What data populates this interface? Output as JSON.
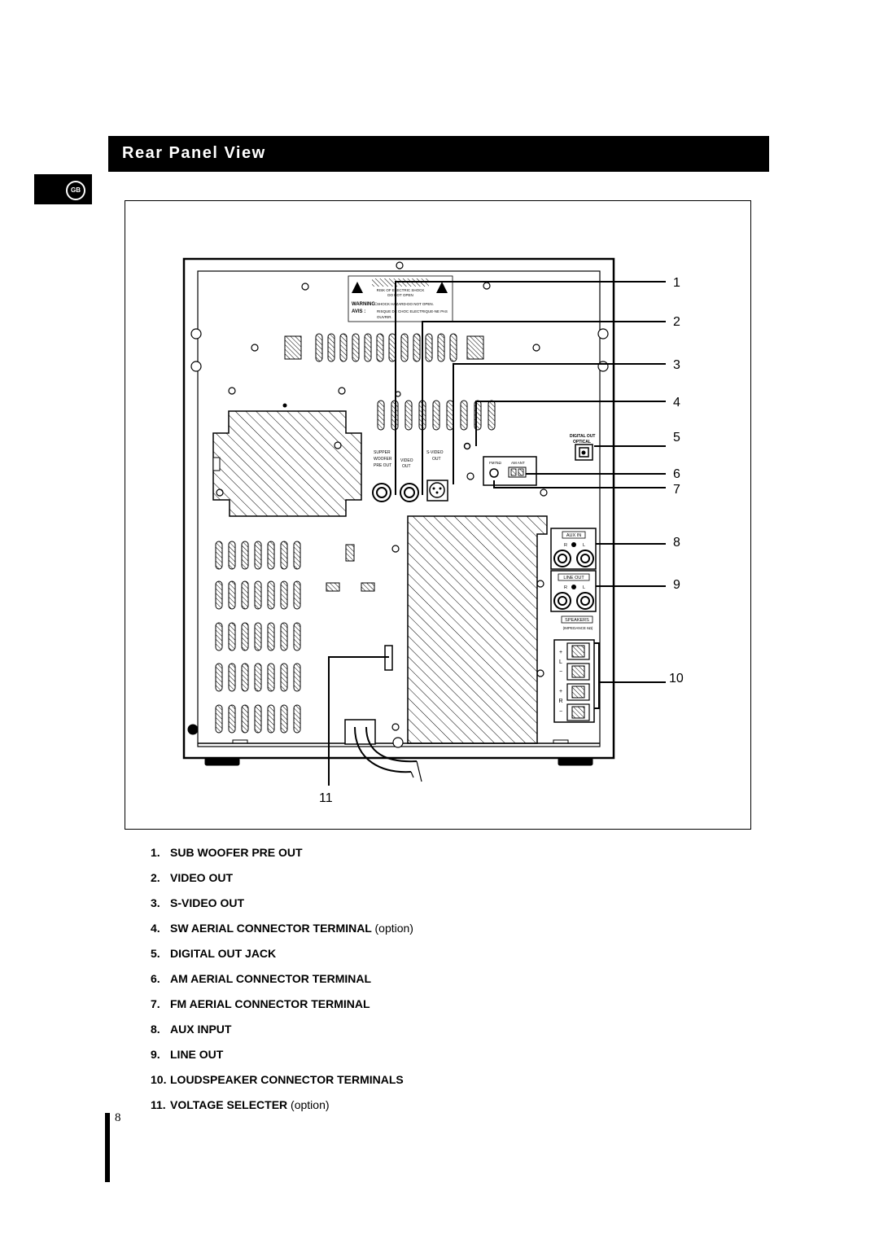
{
  "header": {
    "title": "Rear Panel View"
  },
  "language_badge": "GB",
  "diagram": {
    "callout_numbers": [
      "1",
      "2",
      "3",
      "4",
      "5",
      "6",
      "7",
      "8",
      "9",
      "10",
      "11"
    ],
    "panel_labels": {
      "warning_risk": "RISK OF ELECTRIC SHOCK",
      "warning_dont": "DO NOT OPEN",
      "warning_label": "WARNING:",
      "warning_text": "SHOCK HAZARD-DO NOT OPEN.",
      "avis_label": "AVIS :",
      "avis_text1": "RISQUE DE CHOC ELECTRIQUE-NE PAS",
      "avis_text2": "OUVRIR.",
      "super_woofer_1": "SUPPER",
      "super_woofer_2": "WOOFER",
      "super_woofer_3": "PRE OUT",
      "video_1": "VIDEO",
      "video_2": "OUT",
      "svideo_1": "S-VIDEO",
      "svideo_2": "OUT",
      "digital_out_1": "DIGITAL OUT",
      "digital_out_2": "OPTICAL",
      "fm_label": "FM75Ω",
      "am_label": "AM ANT",
      "aux_in": "AUX IN",
      "line_out": "LINE OUT",
      "r": "R",
      "l": "L",
      "speakers": "SPEAKERS",
      "impedance": "(IMPEDANCE 6Ω)"
    }
  },
  "legend": [
    {
      "num": "1.",
      "text": "SUB WOOFER PRE OUT",
      "opt": ""
    },
    {
      "num": "2.",
      "text": "VIDEO OUT",
      "opt": ""
    },
    {
      "num": "3.",
      "text": "S-VIDEO OUT",
      "opt": ""
    },
    {
      "num": "4.",
      "text": "SW AERIAL CONNECTOR TERMINAL",
      "opt": "(option)"
    },
    {
      "num": "5.",
      "text": "DIGITAL OUT JACK",
      "opt": ""
    },
    {
      "num": "6.",
      "text": "AM AERIAL CONNECTOR TERMINAL",
      "opt": ""
    },
    {
      "num": "7.",
      "text": "FM AERIAL CONNECTOR TERMINAL",
      "opt": ""
    },
    {
      "num": "8.",
      "text": "AUX INPUT",
      "opt": ""
    },
    {
      "num": "9.",
      "text": "LINE OUT",
      "opt": ""
    },
    {
      "num": "10.",
      "text": "LOUDSPEAKER CONNECTOR TERMINALS",
      "opt": ""
    },
    {
      "num": "11.",
      "text": "VOLTAGE SELECTER",
      "opt": "(option)"
    }
  ],
  "page_number": "8"
}
